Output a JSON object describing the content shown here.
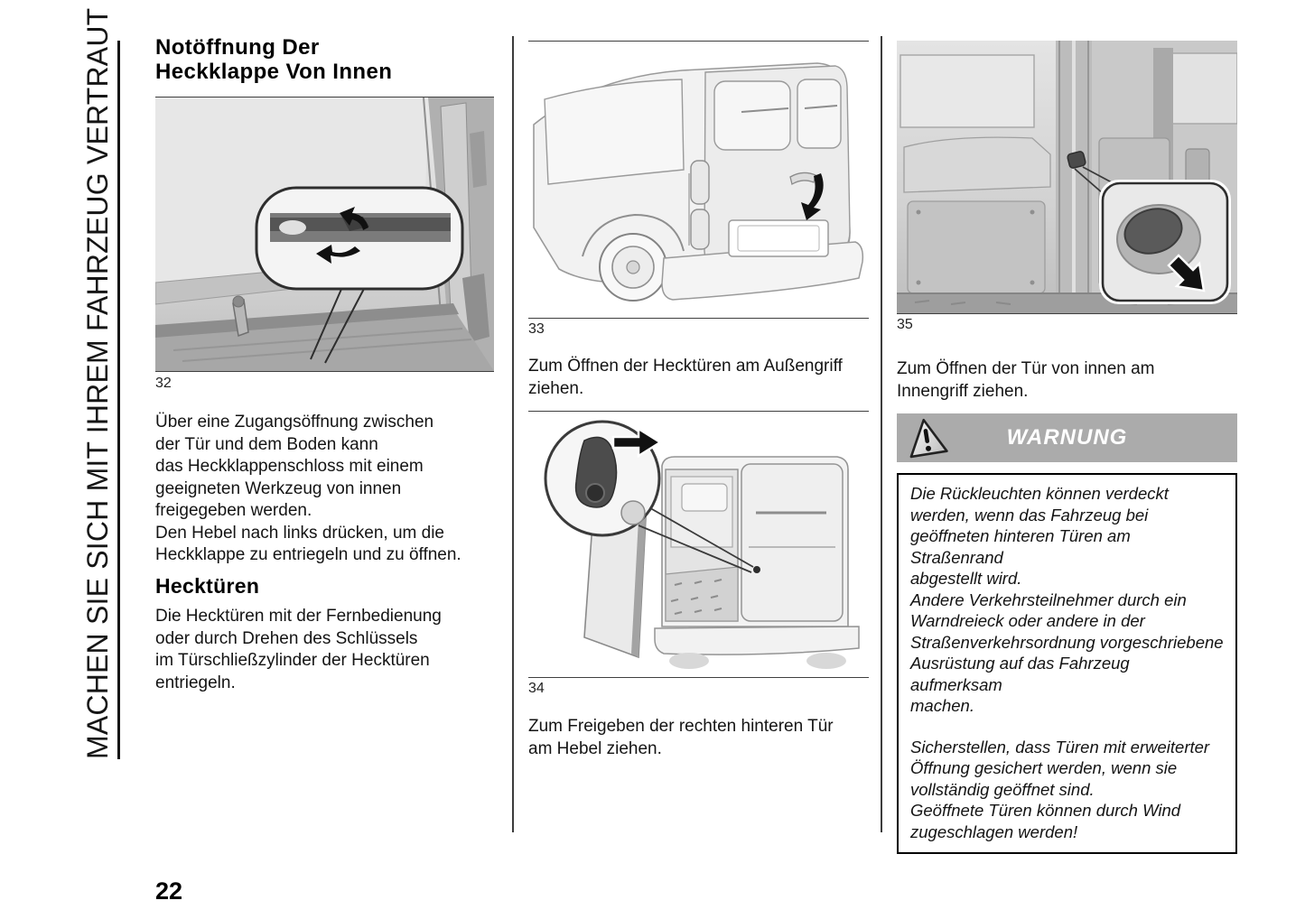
{
  "page": {
    "number": "22"
  },
  "sidebar": {
    "vertical_text": "MACHEN SIE SICH MIT IHREM FAHRZEUG VERTRAUT"
  },
  "colors": {
    "banner_gray": "#ababab",
    "text": "#141414",
    "rule": "#3f3f3f"
  },
  "column1": {
    "title": "Notöffnung Der\nHeckklappe Von Innen",
    "figure32": {
      "label": "32"
    },
    "paragraph1": "Über eine Zugangsöffnung zwischen\nder Tür und dem Boden kann\ndas Heckklappenschloss mit einem\ngeeigneten Werkzeug von innen\nfreigegeben werden.\nDen Hebel nach links drücken, um die\nHeckklappe zu entriegeln und zu öffnen.",
    "heading2": "Hecktüren",
    "paragraph2": "Die Hecktüren mit der Fernbedienung\noder durch Drehen des Schlüssels\nim Türschließzylinder der Hecktüren\nentriegeln."
  },
  "column2": {
    "figure33": {
      "label": "33",
      "caption": "Zum Öffnen der Hecktüren am Außengriff\nziehen."
    },
    "figure34": {
      "label": "34",
      "caption": "Zum Freigeben der rechten hinteren Tür\nam Hebel ziehen."
    }
  },
  "column3": {
    "figure35": {
      "label": "35",
      "caption": "Zum Öffnen der Tür von innen am\nInnengriff ziehen."
    },
    "warning": {
      "title": "WARNUNG",
      "paragraph1": "Die Rückleuchten können verdeckt\nwerden, wenn das Fahrzeug bei\ngeöffneten hinteren Türen am Straßenrand\nabgestellt wird.\nAndere Verkehrsteilnehmer durch ein\nWarndreieck oder andere in der\nStraßenverkehrsordnung vorgeschriebene\nAusrüstung auf das Fahrzeug aufmerksam\nmachen.",
      "paragraph2": "Sicherstellen, dass Türen mit erweiterter\nÖffnung gesichert werden, wenn sie\nvollständig geöffnet sind.\nGeöffnete Türen können durch Wind\nzugeschlagen werden!"
    }
  }
}
